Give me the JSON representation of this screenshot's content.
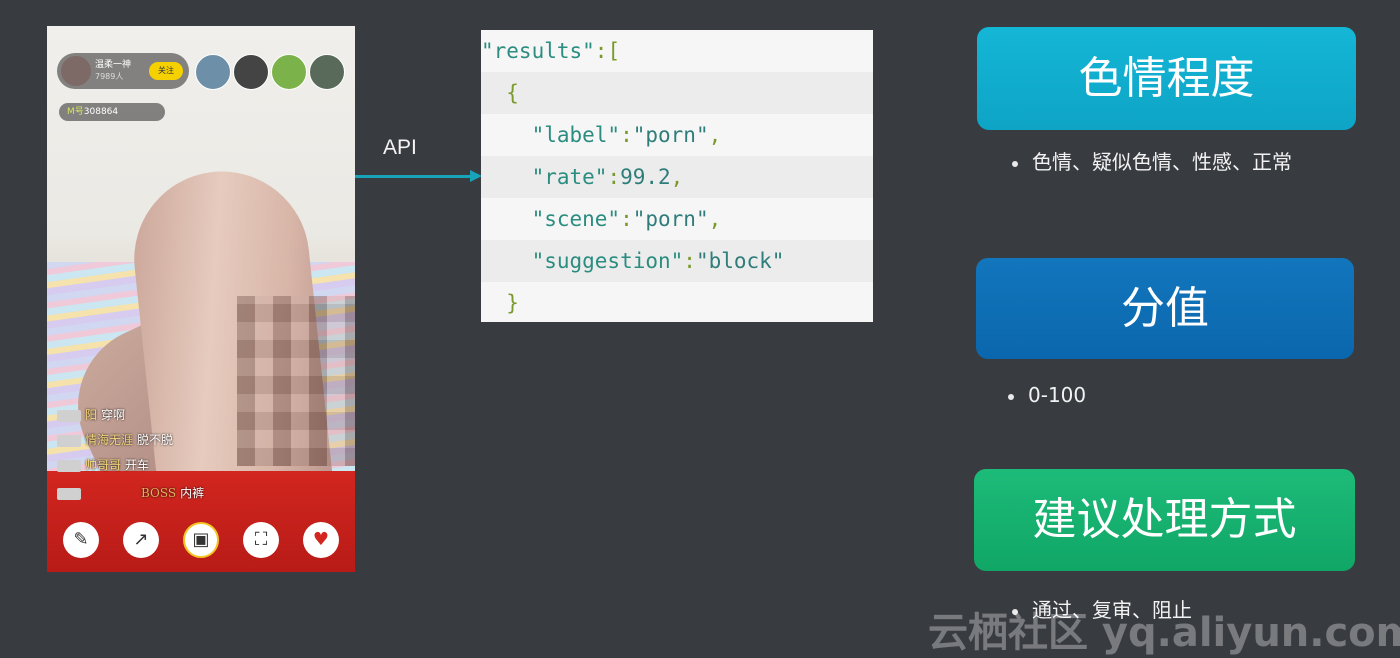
{
  "phone": {
    "streamer_name": "温柔一神",
    "viewers": "7989人",
    "follow": "关注",
    "id_prefix": "M号",
    "id_value": "308864",
    "chat": [
      {
        "user": "阳",
        "msg": "穿啊"
      },
      {
        "user": "情海无涯",
        "msg": "脱不脱"
      },
      {
        "user": "帅哥哥",
        "msg": "开车"
      },
      {
        "user": "BOSS",
        "msg": "内裤"
      }
    ],
    "buttons": [
      "chat-icon",
      "share-icon",
      "gift-icon",
      "fullscreen-icon",
      "heart-icon"
    ]
  },
  "arrow": {
    "label": "API"
  },
  "code": {
    "lines": [
      {
        "key": "\"results\"",
        "punct": ":["
      },
      {
        "punct": "  {"
      },
      {
        "key": "    \"label\"",
        "punct": ":",
        "value": "\"porn\"",
        "tail": ","
      },
      {
        "key": "    \"rate\"",
        "punct": ":",
        "value": "99.2",
        "tail": ","
      },
      {
        "key": "    \"scene\"",
        "punct": ":",
        "value": "\"porn\"",
        "tail": ","
      },
      {
        "key": "    \"suggestion\"",
        "punct": ":",
        "value": "\"block\"",
        "tail": ""
      },
      {
        "punct": "  }"
      }
    ]
  },
  "cards": [
    {
      "title": "色情程度",
      "bullet": "色情、疑似色情、性感、正常"
    },
    {
      "title": "分值",
      "bullet": "0-100"
    },
    {
      "title": "建议处理方式",
      "bullet": "通过、复审、阻止"
    }
  ],
  "watermark": "云栖社区 yq.aliyun.com"
}
